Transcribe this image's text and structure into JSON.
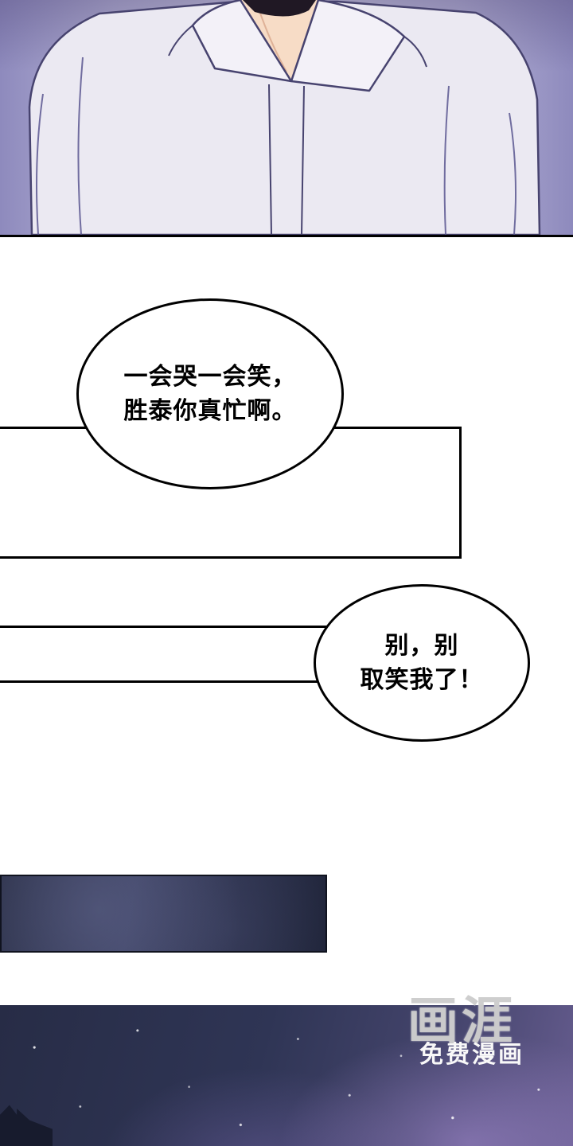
{
  "comic": {
    "bubble1": {
      "line1": "一会哭一会笑，",
      "line2": "胜泰你真忙啊。"
    },
    "bubble2": {
      "line1": "别，别",
      "line2": "取笑我了！"
    }
  },
  "watermark": {
    "logo": "画涯",
    "caption": "免费漫画"
  },
  "colors": {
    "bg-side": "#8e8abd",
    "bg-center": "#d6d4e8",
    "shirt": "#ebe9f2",
    "shirt-line": "#47436f",
    "collar": "#f3f1f8",
    "skin": "#f7dcc6",
    "chin-shadow": "#201824",
    "fold-line": "#5b5791",
    "ink": "#000000",
    "night-dark": "#272c46",
    "night-purple": "#675d90"
  }
}
